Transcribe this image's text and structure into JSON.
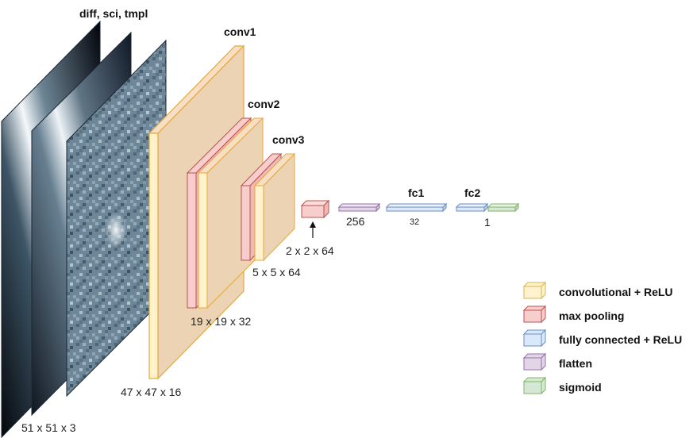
{
  "diagram": {
    "input_label": "diff, sci, tmpl",
    "input_dims": "51 x 51 x 3",
    "conv1": {
      "name": "conv1",
      "dims": "47 x 47 x 16"
    },
    "conv2": {
      "name": "conv2",
      "dims": "19 x 19 x 32"
    },
    "conv3": {
      "name": "conv3",
      "dims": "5 x 5 x 64"
    },
    "pool_out_dims": "2 x 2 x 64",
    "flatten_dims": "256",
    "fc1": {
      "name": "fc1",
      "dims": "32"
    },
    "fc2": {
      "name": "fc2",
      "dims": "1"
    }
  },
  "legend": [
    {
      "label": "convolutional + ReLU",
      "fill": "#fff2cc",
      "stroke": "#d6b656"
    },
    {
      "label": "max pooling",
      "fill": "#f8cecc",
      "stroke": "#b85450"
    },
    {
      "label": "fully connected + ReLU",
      "fill": "#dae8fc",
      "stroke": "#6c8ebf"
    },
    {
      "label": "flatten",
      "fill": "#e1d5e7",
      "stroke": "#9673a6"
    },
    {
      "label": "sigmoid",
      "fill": "#d5e8d4",
      "stroke": "#82b366"
    }
  ],
  "colors": {
    "conv_fill": "#fff2cc",
    "conv_stroke": "#d6b656",
    "conv1_fill": "#ecd3b4",
    "conv1_stroke": "#e6a83a",
    "pool_fill": "#f8cecc",
    "pool_stroke": "#b85450",
    "fc_fill": "#dae8fc",
    "fc_stroke": "#6c8ebf",
    "flatten_fill": "#e1d5e7",
    "flatten_stroke": "#9673a6",
    "sigmoid_fill": "#d5e8d4",
    "sigmoid_stroke": "#82b366"
  }
}
